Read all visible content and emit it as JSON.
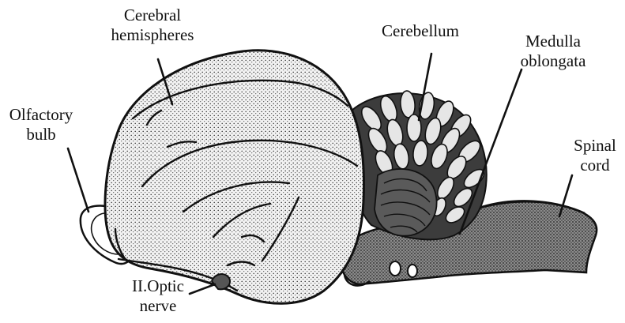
{
  "diagram": {
    "labels": {
      "cerebral_hemispheres": [
        "Cerebral",
        "hemispheres"
      ],
      "cerebellum": [
        "Cerebellum"
      ],
      "medulla_oblongata": [
        "Medulla",
        "oblongata"
      ],
      "olfactory_bulb": [
        "Olfactory",
        "bulb"
      ],
      "spinal_cord": [
        "Spinal",
        "cord"
      ],
      "optic_nerve": [
        "II.Optic",
        "nerve"
      ]
    },
    "colors": {
      "ink": "#111111",
      "background": "#ffffff",
      "stipple_light": "#eeeeee",
      "stipple_dark": "#6f6f6f"
    }
  }
}
